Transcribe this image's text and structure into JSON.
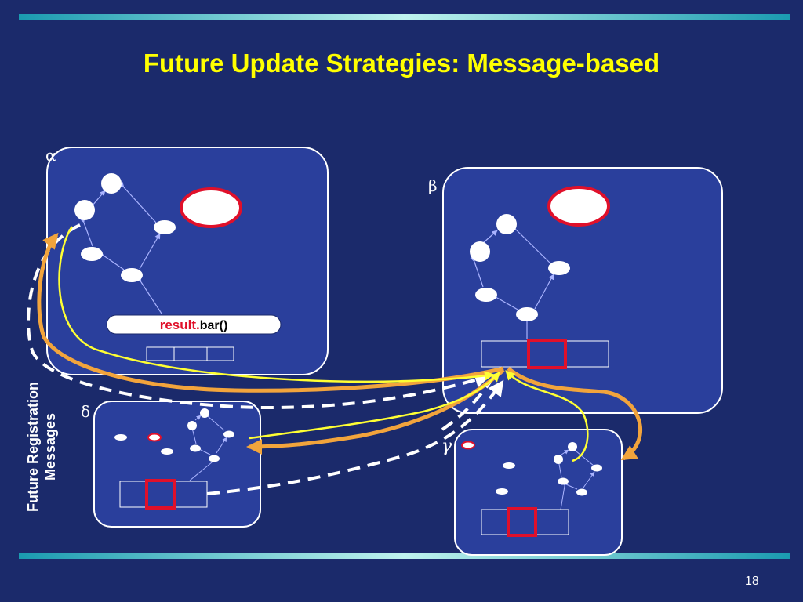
{
  "title": "Future Update Strategies: Message-based",
  "page_number": "18",
  "side_label": {
    "line1": "Future Registration",
    "line2": "Messages"
  },
  "nodes": {
    "alpha": "α",
    "beta": "β",
    "delta": "δ",
    "gamma": "γ"
  },
  "call_label": {
    "object": "result.",
    "method": "bar()"
  },
  "colors": {
    "background": "#1b2a6b",
    "panel": "#2a3f9c",
    "title": "#ffff00",
    "highlight_red": "#e0102a",
    "arrow_orange": "#f2a43c",
    "arrow_yellow": "#ffff33",
    "dashed": "#ffffff"
  }
}
